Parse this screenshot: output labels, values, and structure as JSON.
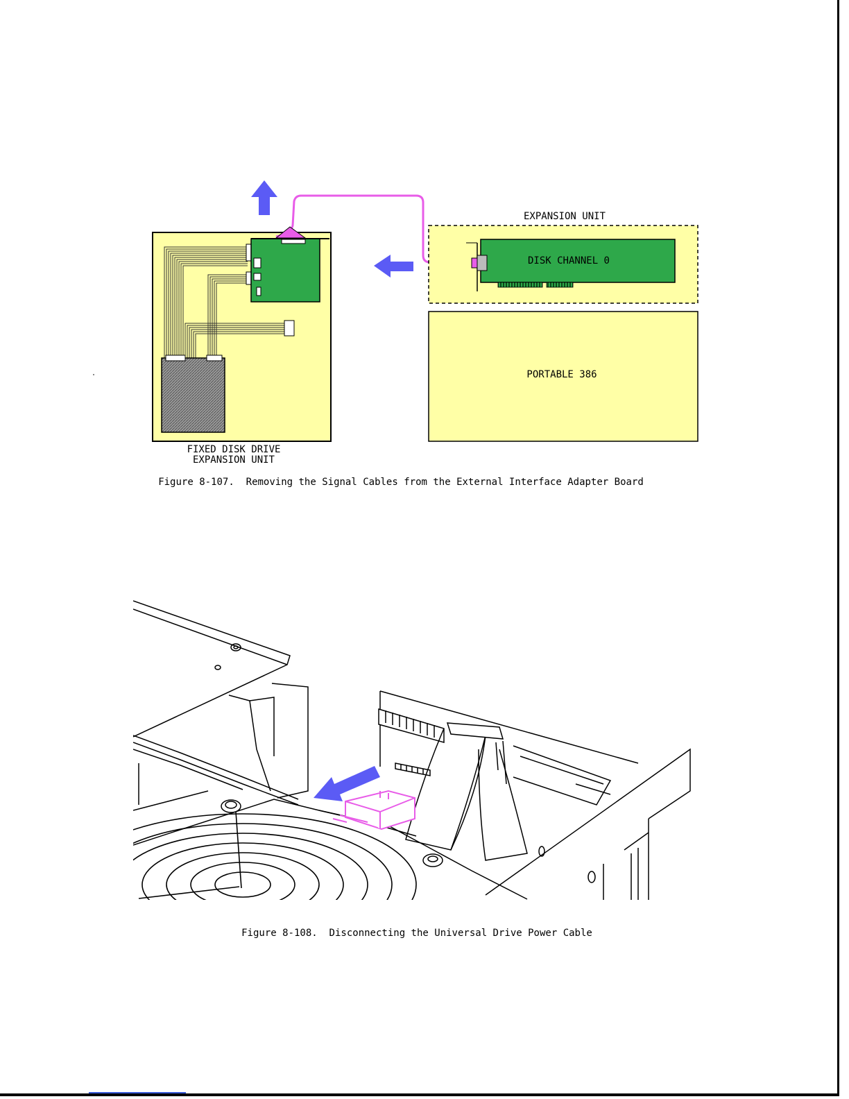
{
  "figure_107": {
    "labels": {
      "expansion_unit": "EXPANSION UNIT",
      "disk_channel": "DISK CHANNEL 0",
      "portable": "PORTABLE 386",
      "fixed_disk_line1": "FIXED DISK DRIVE",
      "fixed_disk_line2": "EXPANSION UNIT"
    },
    "caption": "Figure 8-107.  Removing the Signal Cables from the External Interface Adapter Board"
  },
  "figure_108": {
    "caption": "Figure 8-108.  Disconnecting the Universal Drive Power Cable"
  },
  "colors": {
    "panel_fill": "#ffffa6",
    "board_green": "#2ea84a",
    "cable_magenta": "#e85ce8",
    "arrow_blue": "#5b5bf5",
    "drive_gray": "#7a7a7a"
  }
}
